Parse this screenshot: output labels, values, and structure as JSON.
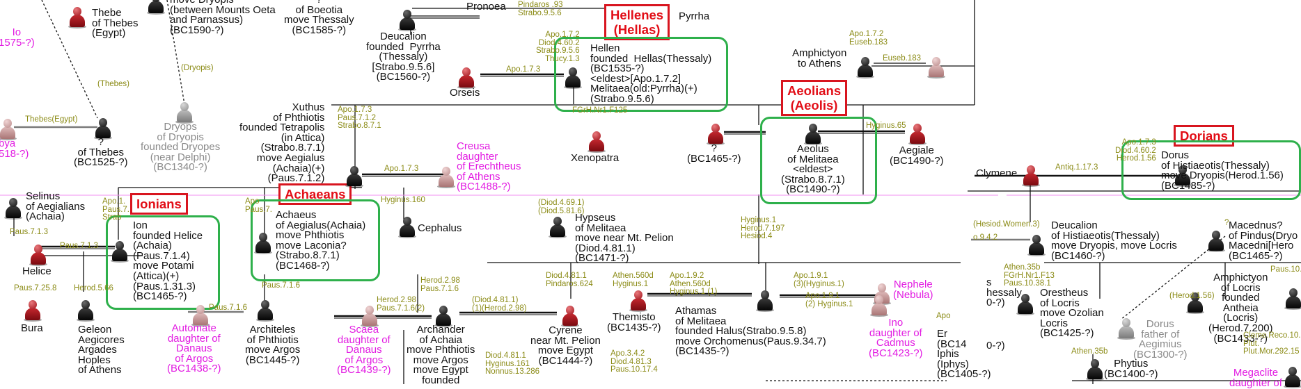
{
  "colors": {
    "region_red": "#d8151f",
    "group_green": "#2eb04b",
    "source_olive": "#8b8b16",
    "female_pink": "#e21be2",
    "unknown_grey": "#8a8a8a"
  },
  "regions": {
    "hellenes": "Hellenes\n(Hellas)",
    "aeolians": "Aeolians\n(Aeolis)",
    "dorians": "Dorians",
    "ionians": "Ionians",
    "achaeans": "Achaeans"
  },
  "labels": {
    "thebe": "Thebe\nof Thebes\n(Egypt)",
    "dryopa": "move Dryopis\n(between Mounts Oeta\nand Parnassus)\n(BC1590-?)",
    "boeotia": "?\nof Boeotia\nmove Thessaly\n(BC1585-?)",
    "io": "Io\n1575-?)",
    "pronoea": "Pronoea",
    "pyrrha": "Pyrrha",
    "deucalion": "Deucalion\nfounded  Pyrrha\n(Thessaly)\n[Strabo.9.5.6]\n(BC1560-?)",
    "hellen": "Hellen\nfounded  Hellas(Thessaly)\n(BC1535-?)\n<eldest>[Apo.1.7.2]\nMelitaea(old:Pyrrha)(+)\n(Strabo.9.5.6)",
    "amphictyon": "Amphictyon\nto Athens",
    "orseis": "Orseis",
    "xuthus": "Xuthus\nof Phthiotis\nfounded Tetrapolis\n(in Attica)\n(Strabo.8.7.1)\nmove Aegialus\n(Achaia)(+)\n(Paus.7.1.2)",
    "creusa": "Creusa\ndaughter\nof Erechtheus\nof Athens\n(BC1488-?)",
    "xenopatra": "Xenopatra",
    "q1465": "?\n(BC1465-?)",
    "aeolus": "Aeolus\nof Melitaea\n<eldest>\n(Strabo.8.7.1)\n(BC1490-?)",
    "aegiale": "Aegiale\n(BC1490-?)",
    "clymene": "Clymene",
    "dorus": "Dorus\nof Histiaeotis(Thessaly)\nmove Dryopis(Herod.1.56)\n(BC1485-?)",
    "libya": "bya\n518-?)",
    "thebes_q": "?\nof Thebes\n(BC1525-?)",
    "dryops": "Dryops\nof Dryopis\nfounded Dryopes\n(near Delphi)\n(BC1340-?)",
    "selinus": "Selinus\nof Aegialians\n(Achaia)",
    "ion": "Ion\nfounded Helice\n(Achaia)\n(Paus.7.1.4)\nmove Potami\n(Attica)(+)\n(Paus.1.31.3)\n(BC1465-?)",
    "helice": "Helice",
    "bura": "Bura",
    "geleon": "Geleon\nAegicores\nArgades\nHoples\nof Athens",
    "achaeus": "Achaeus\nof Aegialus(Achaia)\nmove Phthiotis\nmove Laconia?\n(Strabo.8.7.1)\n(BC1468-?)",
    "cephalus": "Cephalus",
    "automate": "Automate\ndaughter of\nDanaus\nof Argos\n(BC1438-?)",
    "architeles": "Architeles\nof Phthiotis\nmove Argos\n(BC1445-?)",
    "scaea": "Scaea\ndaughter of\nDanaus\nof Argos\n(BC1439-?)",
    "archander": "Archander\nof Achaia\nmove Phthiotis\nmove Argos\nmove Egypt\nfounded",
    "hypseus": "Hypseus\nof Melitaea\nmove near Mt. Pelion\n(Diod.4.81.1)\n(BC1471-?)",
    "cyrene": "Cyrene\nnear Mt. Pelion\nmove Egypt\n(BC1444-?)",
    "themisto": "Themisto\n(BC1435-?)",
    "athamas": "Athamas\nof Melitaea\nfounded Halus(Strabo.9.5.8)\nmove Orchomenus(Paus.9.34.7)\n(BC1435-?)",
    "nephele": "Nephele\n(Nebula)",
    "ino": "Ino\ndaughter of\nCadmus\n(BC1423-?)",
    "er": "Er\n(BC14\nIphis\n(Iphys)\n(BC1405-?)",
    "deucalion2": "Deucalion\nof Histiaeotis(Thessaly)\nmove Dryopis, move Locris\n(BC1460-?)",
    "macednus": "Macednus?\nof Pindus(Dryo\nMacedni[Hero\n(BC1465-?)",
    "orestheus": "Orestheus\nof Locris\nmove Ozolian\nLocris\n(BC1425-?)",
    "amphictyon2": "Amphictyon\nof Locris\nfounded\nAntheia\n(Locris)\n(Herod.7.200)\n(BC1433-?)",
    "thessaly": "s\nhessaly\n0-?)",
    "dorus2": "Dorus\nfather of\nAegimius\n(BC1300-?)",
    "phytius": "Phytius\n(BC1400-?)",
    "megaclite": "Megaclite\ndaughter of",
    "o_cut": "0-?)"
  },
  "sources": {
    "pindaros": "Pindaros .93\nStrabo.9.5.6",
    "hellen_src": "Apo.1.7.2\nDiod.4.60.2\nStrabo.9.5.6\nThucy.1.3",
    "orseis_src": "Apo.1.7.3",
    "amph_src": "Apo.1.7.2\nEuseb.183",
    "euseb": "Euseb.183",
    "fgrh": "FGrH.Nr1.F125",
    "hyginus65": "Hyginus.65",
    "thebes_egypt": "Thebes(Egypt)",
    "thebes_paren": "(Thebes)",
    "dryopis_paren": "(Dryopis)",
    "xuthus_src": "Apo.1.7.3\nPaus.7.1.2\nStrabo.8.7.1",
    "xuthus_creusa": "Apo.1.7.3",
    "dorus_src": "Apo.1.7.3\nDiod.4.60.2\nHerod.1.56",
    "antiq": "Antiq.1.17.3",
    "ion_src": "Apo.1.\nPaus.7.\nStrab",
    "achaeus_src": "Apo\nPaus.7.",
    "hyginus160": "Hyginus.160",
    "paus713a": "Paus.7.1.3",
    "paus713b": "Paus.7.1.3",
    "paus7258": "Paus.7.25.8",
    "herod556": "Herod.5.66",
    "paus716a": "Paus.7.1.6",
    "paus716b": "Paus.7.1.6",
    "herod298a": "Herod.2.98\nPaus.7.1.6",
    "herod298b": "Herod.2.98\nPaus.7.1.6(2)",
    "diod469": "(Diod.4.69.1)\n(Diod.5.81.6)",
    "diod481": "Diod.4.81.1\nPindaros.624",
    "diod481b": "(Diod.4.81.1)\n(1)(Herod.2.98)",
    "diod481c": "Diod.4.81.1\nHyginus.161\nNonnus.13.286",
    "apo342": "Apo.3.4.2\nDiod.4.81.3\nPaus.10.17.4",
    "athen560": "Athen.560d\nHyginus.1",
    "apo192": "Apo.1.9.2\nAthen.560d\nHyginus.1 (1)",
    "apo191a": "Apo.1.9.1\n(3)(Hyginus.1)",
    "apo191b": "Apo.1.9.1\n(2) Hyginus.1",
    "hyg1": "Hyginus.1\nHerod.7.197\nHesiod.4",
    "hesiod_w": "(Hesiod.Women.3)",
    "apo942": "o.9.4.2",
    "athen35b": "Athen.35b\nFGrH.Nr1.F13\nPaus.10.38.1",
    "herod156": "(Herod.1.56)",
    "athen35b2": "Athen.35b",
    "paus108": "Paus.10.8",
    "cleme": "Cleme.Reco.10.2\nPlut.\nPlut.Mor.292.15",
    "apo_cut": "Apo",
    "q_cut": "?"
  }
}
